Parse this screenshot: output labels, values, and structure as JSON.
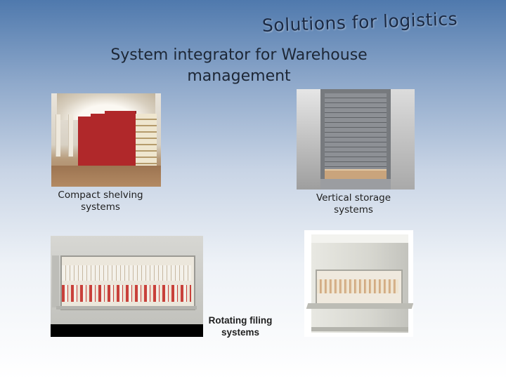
{
  "slide": {
    "title": "Solutions for logistics",
    "subtitle": "System integrator for Warehouse management"
  },
  "items": [
    {
      "caption": "Compact shelving systems",
      "photo": "compact-shelving-photo"
    },
    {
      "caption": "Vertical storage systems",
      "photo": "vertical-storage-photo"
    },
    {
      "caption": "Rotating filing systems",
      "photo": "rotating-filing-photo"
    }
  ],
  "colors": {
    "background_top": "#4f79ad",
    "background_bottom": "#ffffff",
    "title": "#1b2a44"
  }
}
